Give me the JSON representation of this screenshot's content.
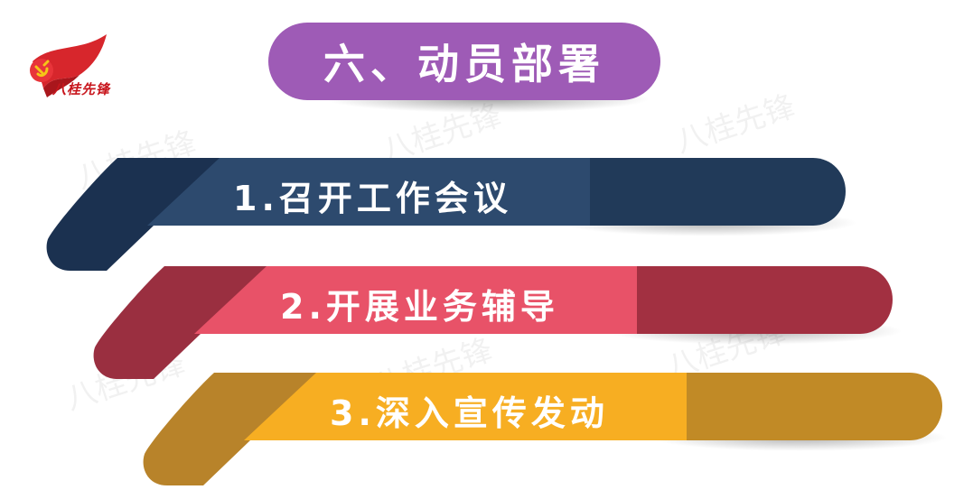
{
  "logo": {
    "text": "八桂先锋",
    "colors": {
      "flag": "#d7262c",
      "emblem": "#f5c518"
    }
  },
  "watermark": {
    "text": "八桂先锋"
  },
  "title": {
    "text": "六、动员部署",
    "color": "#9e5bb6"
  },
  "items": [
    {
      "label": "1.召开工作会议",
      "main_color": "#2d4a6e",
      "dark_color": "#213a59",
      "tail_color": "#1b3150"
    },
    {
      "label": "2.开展业务辅导",
      "main_color": "#e85268",
      "dark_color": "#a23041",
      "tail_color": "#9a2f40"
    },
    {
      "label": "3.深入宣传发动",
      "main_color": "#f7ae22",
      "dark_color": "#c18a26",
      "tail_color": "#b8832a"
    }
  ]
}
